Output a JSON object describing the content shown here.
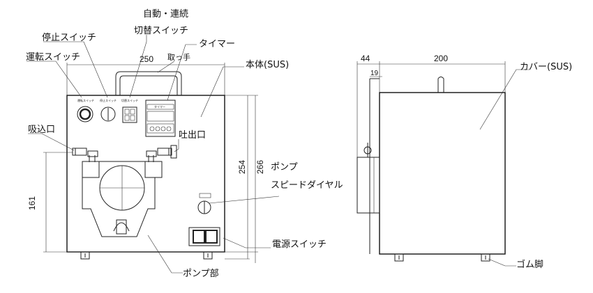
{
  "front_view": {
    "labels": {
      "auto_continuous": "自動・連続",
      "switch_toggle": "切替スイッチ",
      "stop_switch": "停止スイッチ",
      "run_switch": "運転スイッチ",
      "handle": "取っ手",
      "timer": "タイマー",
      "body_sus": "本体(SUS)",
      "suction_port": "吸込口",
      "discharge_port": "吐出口",
      "pump": "ポンプ",
      "speed_dial": "スピードダイヤル",
      "power_switch": "電源スイッチ",
      "pump_section": "ポンプ部"
    },
    "dimensions": {
      "width": "250",
      "height_254": "254",
      "height_266": "266",
      "height_161": "161"
    },
    "panel_text": {
      "timer_head": "タイマー"
    }
  },
  "side_view": {
    "labels": {
      "cover_sus": "カバー(SUS)",
      "rubber_feet": "ゴム脚"
    },
    "dimensions": {
      "offset_44": "44",
      "depth_200": "200",
      "offset_19": "19"
    }
  }
}
